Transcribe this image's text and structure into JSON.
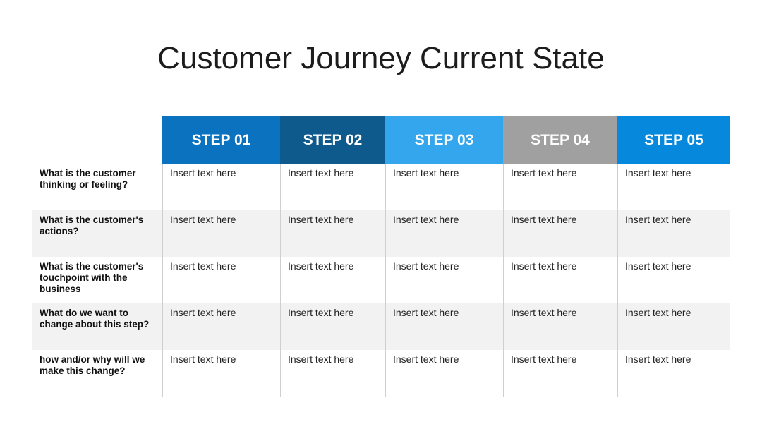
{
  "title": "Customer Journey Current State",
  "colors": {
    "step_01": "#0a72be",
    "step_02": "#0e5a8c",
    "step_03": "#33a6ee",
    "step_04": "#a0a0a0",
    "step_05": "#0689dd",
    "band": "#f2f2f2"
  },
  "steps": [
    "STEP 01",
    "STEP 02",
    "STEP 03",
    "STEP 04",
    "STEP 05"
  ],
  "rows": [
    {
      "label": "What is the customer thinking or feeling?",
      "cells": [
        "Insert text here",
        "Insert text here",
        "Insert text here",
        "Insert text here",
        "Insert text here"
      ]
    },
    {
      "label": "What is the customer's actions?",
      "cells": [
        "Insert text here",
        "Insert text here",
        "Insert text here",
        "Insert text here",
        "Insert text here"
      ]
    },
    {
      "label": "What is the customer's touchpoint with the business",
      "cells": [
        "Insert text here",
        "Insert text here",
        "Insert text here",
        "Insert text here",
        "Insert text here"
      ]
    },
    {
      "label": "What do we want to change about this step?",
      "cells": [
        "Insert text here",
        "Insert text here",
        "Insert text here",
        "Insert text here",
        "Insert text here"
      ]
    },
    {
      "label": "how and/or why will we make this change?",
      "cells": [
        "Insert text here",
        "Insert text here",
        "Insert text here",
        "Insert text here",
        "Insert text here"
      ]
    }
  ]
}
